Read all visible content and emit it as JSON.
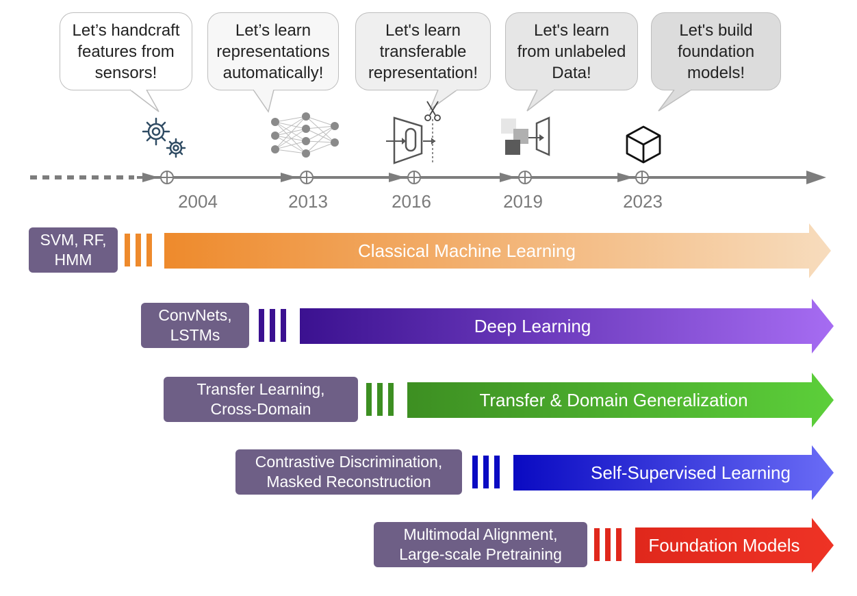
{
  "bubbles": [
    {
      "text": "Let’s handcraft\nfeatures from\nsensors!",
      "bg": "#ffffff"
    },
    {
      "text": "Let’s learn\nrepresentations\nautomatically!",
      "bg": "#f7f7f7"
    },
    {
      "text": "Let's learn\ntransferable\nrepresentation!",
      "bg": "#efefef"
    },
    {
      "text": "Let's learn\nfrom unlabeled\nData!",
      "bg": "#e6e6e6"
    },
    {
      "text": "Let's build\nfoundation\nmodels!",
      "bg": "#dcdcdc"
    }
  ],
  "years": [
    "2004",
    "2013",
    "2016",
    "2019",
    "2023"
  ],
  "icons": [
    "gears-icon",
    "neural-network-icon",
    "scissors-transfer-icon",
    "unlabeled-data-icon",
    "cube-icon"
  ],
  "bands": [
    {
      "tag": "SVM, RF,\nHMM",
      "label": "Classical Machine Learning",
      "color_start": "#ee8a2c",
      "color_end": "#f7dcbd"
    },
    {
      "tag": "ConvNets,\nLSTMs",
      "label": "Deep Learning",
      "color_start": "#3b1190",
      "color_end": "#a66cf2"
    },
    {
      "tag": "Transfer Learning,\nCross-Domain",
      "label": "Transfer & Domain Generalization",
      "color_start": "#3d8f22",
      "color_end": "#5ccf3a"
    },
    {
      "tag": "Contrastive Discrimination,\nMasked Reconstruction",
      "label": "Self-Supervised Learning",
      "color_start": "#0a0ac2",
      "color_end": "#6a6cf6"
    },
    {
      "tag": "Multimodal Alignment,\nLarge-scale Pretraining",
      "label": "Foundation Models",
      "color_start": "#e0281c",
      "color_end": "#ee3325"
    }
  ],
  "colors": {
    "axis": "#7d7d7d",
    "tag_bg": "#6e5f86"
  }
}
